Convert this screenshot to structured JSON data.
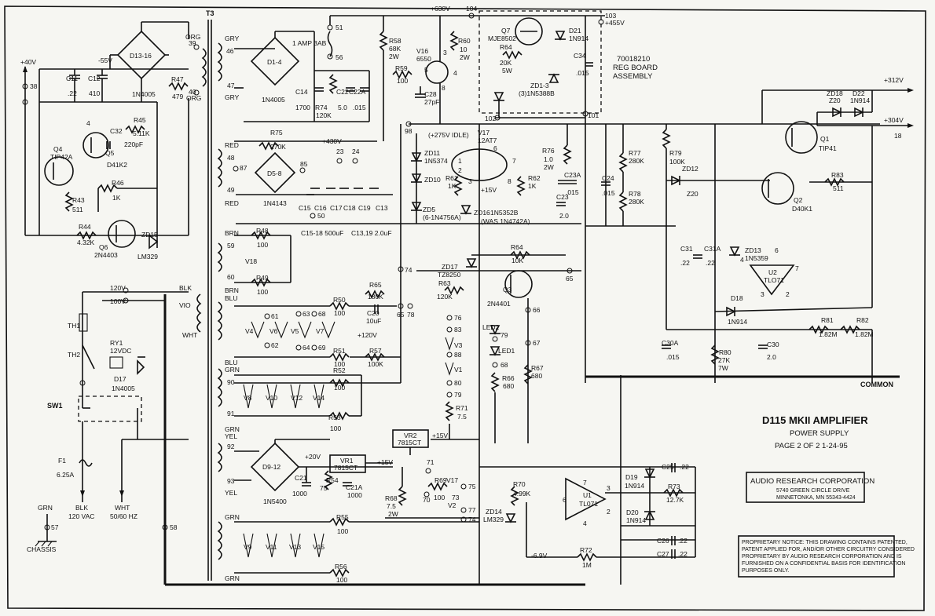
{
  "title_block": {
    "title": "D115 MKII AMPLIFIER",
    "subtitle": "POWER SUPPLY",
    "page": "PAGE 2 OF 2   1-24-95"
  },
  "company": {
    "name": "AUDIO RESEARCH CORPORATION",
    "address1": "5740 GREEN CIRCLE DRIVE",
    "address2": "MINNETONKA, MN 55343-4424"
  },
  "notice": {
    "line1": "PROPRIETARY NOTICE:  THIS DRAWING CONTAINS PATENTED,",
    "line2": "PATENT APPLIED FOR, AND/OR OTHER CIRCUITRY CONSIDERED",
    "line3": "PROPRIETARY BY AUDIO RESEARCH CORPORATION AND IS",
    "line4": "FURNISHED ON A CONFIDENTIAL BASIS FOR IDENTIFICATION",
    "line5": "PURPOSES ONLY."
  },
  "reg_board": {
    "line1": "70018210",
    "line2": "REG BOARD",
    "line3": "ASSEMBLY"
  },
  "labels": {
    "T3": "T3",
    "fuse_line": "1 AMP 3AB",
    "p630": "+630V",
    "p455": "+455V",
    "p312": "+312V",
    "p304": "+304V",
    "p430": "+430V",
    "p40": "+40V",
    "m55": "-55V",
    "p275": "(+275V IDLE)",
    "p15a": "+15V",
    "p15b": "+15V",
    "p15c": "+15V",
    "p120": "+120V",
    "p20": "+20V",
    "m69": "-6.9V",
    "common": "COMMON",
    "v120": "120V",
    "v100": "100V",
    "blk": "BLK",
    "vio": "VIO",
    "wht": "WHT",
    "orgA": "ORG",
    "orgB": "ORG",
    "gryA": "GRY",
    "gryB": "GRY",
    "redA": "RED",
    "redB": "RED",
    "brn": "BRN",
    "brnblu": "BRN",
    "blu": "BLU",
    "blugrn": "BLU",
    "grn": "GRN",
    "grnyel": "GRN",
    "yel": "YEL",
    "yel2": "YEL",
    "grn2": "GRN",
    "grn3": "GRN",
    "blk120": "BLK",
    "vac": "120 VAC",
    "whtm": "WHT",
    "hz": "50/60 HZ",
    "grnch": "GRN",
    "chassis": "CHASSIS",
    "sw1": "SW1",
    "f1": "F1",
    "f1v": "6.25A",
    "c15_18": "C15-18  500uF",
    "c13_19": "C13,19  2.0uF",
    "was": "(WAS 1N4742A)",
    "zd5": "(6-1N4756A)"
  },
  "components": {
    "c11": "C11",
    "c11v": ".22",
    "c12": "C12",
    "c12v": "410",
    "d13": "D13-16",
    "d13v": "1N4005",
    "r47": "R47",
    "r47v": "479",
    "r45": "R45",
    "r45v": "5.11K",
    "c32": "C32",
    "c32v": "220pF",
    "q4": "Q4",
    "q4v": "TIP42A",
    "q5": "Q5",
    "q5v": "D41K2",
    "r43": "R43",
    "r43v": "511",
    "r46": "R46",
    "r46v": "1K",
    "r44": "R44",
    "r44v": "4.32K",
    "q6": "Q6",
    "q6v": "2N4403",
    "zd15": "ZD15",
    "zd15v": "LM329",
    "th1": "TH1",
    "th2": "TH2",
    "ry1": "RY1",
    "ry1v": "12VDC",
    "d17": "D17",
    "d17v": "1N4005",
    "d14": "D1-4",
    "d14v": "1N4005",
    "c14": "C14",
    "c14v": "1700",
    "r74": "R74",
    "r74v": "120K",
    "c22": "C22",
    "c22v": "5.0",
    "c22a": "C22A",
    "c22av": ".015",
    "r75": "R75",
    "r75v": "270K",
    "d58": "D5-8",
    "d58v": "1N4143",
    "c15": "C15",
    "c16": "C16",
    "c17": "C17",
    "c18": "C18",
    "c19": "C19",
    "c13": "C13",
    "r58": "R58",
    "r58v": "68K",
    "r58w": "2W",
    "v16": "V16",
    "v16v": "6550",
    "r59": "R59",
    "r59v": "100",
    "r60": "R60",
    "r60v": "10",
    "r60w": "2W",
    "c28": "C28",
    "c28v": "27pF",
    "q7": "Q7",
    "q7v": "MJE8502",
    "r64r": "R64",
    "r64rv": "20K",
    "r64rw": "5W",
    "d21": "D21",
    "d21v": "1N914",
    "c34": "C34",
    "c34v": ".015",
    "zd13a": "ZD1-3",
    "zd13av": "(3)1N5388B",
    "v17": "V17",
    "v17v": "12AT7",
    "zd11": "ZD11",
    "zd11v": "1N5374",
    "zd10": "ZD10",
    "r61": "R61",
    "r61v": "1K",
    "r62": "R62",
    "r62v": "1K",
    "zd5l": "ZD5",
    "zd16": "ZD16",
    "zd16v": "1N5352B",
    "r76": "R76",
    "r76v": "1.0",
    "r76w": "2W",
    "c23a": "C23A",
    "c23av": ".015",
    "c23": "C23",
    "c23v": "2.0",
    "c24": "C24",
    "c24v": ".015",
    "r77": "R77",
    "r77v": "280K",
    "r78": "R78",
    "r78v": "280K",
    "r79": "R79",
    "r79v": "100K",
    "zd12": "ZD12",
    "zd12v": "Z20",
    "zd18": "ZD18",
    "zd18v": "Z20",
    "d22": "D22",
    "d22v": "1N914",
    "q1": "Q1",
    "q1v": "TIP41",
    "q2": "Q2",
    "q2v": "D40K1",
    "r83": "R83",
    "r83v": "511",
    "c31": "C31",
    "c31v": ".22",
    "c31a": "C31A",
    "c31av": ".22",
    "zd13": "ZD13",
    "zd13v": "1N5359",
    "u2": "U2",
    "u2v": "TLO71",
    "d18": "D18",
    "d18v": "1N914",
    "r81": "R81",
    "r81v": "1.82M",
    "r82": "R82",
    "r82v": "1.82M",
    "c30a": "C30A",
    "c30av": ".015",
    "r80": "R80",
    "r80v": "27K",
    "r80w": "7W",
    "c30": "C30",
    "c30v": "2.0",
    "r48": "R48",
    "r48v": "100",
    "r49": "R49",
    "r49v": "100",
    "v18": "V18",
    "r50": "R50",
    "r50v": "100",
    "r51": "R51",
    "r51v": "100",
    "r65": "R65",
    "r65v": "180K",
    "c20": "C20",
    "c20v": "10uF",
    "r57": "R57",
    "r57v": "100K",
    "zd17": "ZD17",
    "zd17v": "TZ8250",
    "r64": "R64",
    "r64v": "10K",
    "r63": "R63",
    "r63v": "120K",
    "q3": "Q3",
    "q3v": "2N4401",
    "led2": "LED2",
    "led1": "LED1",
    "r66": "R66",
    "r66v": "680",
    "r67": "R67",
    "r67v": "680",
    "v3": "V3",
    "v1": "V1",
    "r71": "R71",
    "r71v": "7.5",
    "r52": "R52",
    "r52v": "100",
    "r53": "R53",
    "r53v": "100",
    "vr2": "VR2",
    "vr2v": "7815CT",
    "vr1": "VR1",
    "vr1v": "7815CT",
    "d912": "D9-12",
    "d912v": "1N5400",
    "c21": "C21",
    "c21v": "1000",
    "r54": "R54",
    "r54v": "75",
    "c21a": "C21A",
    "c21av": "1000",
    "r68": "R68",
    "r68v": "7.5",
    "r68w": "2W",
    "r69": "R69",
    "r69v": "100",
    "v17b": "V17",
    "v2": "V2",
    "r70": "R70",
    "r70v": "4.99K",
    "zd14": "ZD14",
    "zd14v": "LM329",
    "u1": "U1",
    "u1v": "TL071",
    "d19": "D19",
    "d19v": "1N914",
    "d20": "D20",
    "d20v": "1N914",
    "r73": "R73",
    "r73v": "12.7K",
    "c25": "C25",
    "c25v": ".22",
    "c26": "C26",
    "c26v": ".22",
    "c27": "C27",
    "c27v": ".22",
    "r72": "R72",
    "r72v": "1M",
    "r55": "R55",
    "r55v": "100",
    "r56": "R56",
    "r56v": "100",
    "v4": "V4",
    "v6": "V6",
    "v5": "V5",
    "v7": "V7",
    "v8": "V8",
    "v10": "V10",
    "v12": "V12",
    "v14": "V14",
    "v9": "V9",
    "v11": "V11",
    "v13": "V13",
    "v15": "V15"
  },
  "terminals": {
    "t38": "38",
    "t39": "39",
    "t40": "40",
    "t46": "46",
    "t47": "47",
    "t48": "48",
    "t49": "49",
    "t51": "51",
    "t56": "56",
    "t59": "59",
    "t60": "60",
    "t104": "104",
    "t103": "103",
    "t102": "102",
    "t101": "101",
    "t98": "98",
    "t18": "18",
    "t23": "23",
    "t24": "24",
    "t50": "50",
    "t85": "85",
    "t87": "87",
    "t74": "74",
    "t65": "65",
    "t65b": "65",
    "t78": "78",
    "t61": "61",
    "t62": "62",
    "t63": "63",
    "t64": "64",
    "t68": "68",
    "t69": "69",
    "t76": "76",
    "t83": "83",
    "t66": "66",
    "t79": "79",
    "t67": "67",
    "t88": "88",
    "t80": "80",
    "t79b": "79",
    "t90": "90",
    "t91": "91",
    "t92": "92",
    "t93": "93",
    "t71": "71",
    "t70": "70",
    "t73": "73",
    "t75": "75",
    "t77": "77",
    "t74b": "74",
    "t58": "58",
    "t57": "57",
    "t4": "4",
    "t5": "5",
    "t3": "3",
    "t8": "8",
    "t1": "1",
    "t2": "2",
    "t6": "6",
    "t7": "7",
    "t78b": "78",
    "t1b": "1",
    "t2b": "2",
    "t3b": "3",
    "t4b": "4",
    "t5b": "5",
    "t6b": "6",
    "t7b": "7",
    "t8b": "8"
  },
  "icon_names": {
    "ground": "chassis-ground-icon",
    "fuse": "fuse-icon"
  }
}
